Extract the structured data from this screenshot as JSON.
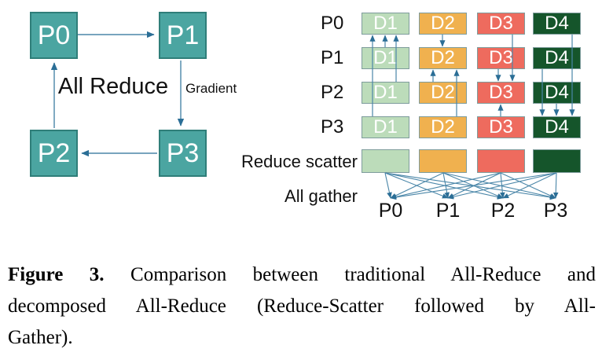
{
  "left_diagram": {
    "title": "All Reduce",
    "edge_label": "Gradient",
    "nodes": [
      {
        "label": "P0"
      },
      {
        "label": "P1"
      },
      {
        "label": "P2"
      },
      {
        "label": "P3"
      }
    ]
  },
  "right_diagram": {
    "rows": [
      {
        "label": "P0",
        "cells": [
          "D1",
          "D2",
          "D3",
          "D4"
        ]
      },
      {
        "label": "P1",
        "cells": [
          "D1",
          "D2",
          "D3",
          "D4"
        ]
      },
      {
        "label": "P2",
        "cells": [
          "D1",
          "D2",
          "D3",
          "D4"
        ]
      },
      {
        "label": "P3",
        "cells": [
          "D1",
          "D2",
          "D3",
          "D4"
        ]
      }
    ],
    "chunk_colors": [
      "#BCDCBA",
      "#F0B14F",
      "#EE6B5E",
      "#15552B"
    ],
    "chunk_text_colors": [
      "#FFFFFF",
      "#FFFFFF",
      "#FFFFFF",
      "#FFFFFF"
    ],
    "reduce_scatter_label": "Reduce scatter",
    "all_gather_label": "All gather",
    "bottom_labels": [
      "P0",
      "P1",
      "P2",
      "P3"
    ]
  },
  "colors": {
    "node_fill": "#4BA5A1",
    "node_border": "#2F7E79",
    "box_border": "#7E9C9C",
    "line": "#4A86A8",
    "arrowhead": "#2B6E96"
  },
  "caption": {
    "label": "Figure 3.",
    "line1_rest": "Comparison between traditional All-Reduce and",
    "line2": "decomposed All-Reduce (Reduce-Scatter followed by All-",
    "line3": "Gather)."
  }
}
